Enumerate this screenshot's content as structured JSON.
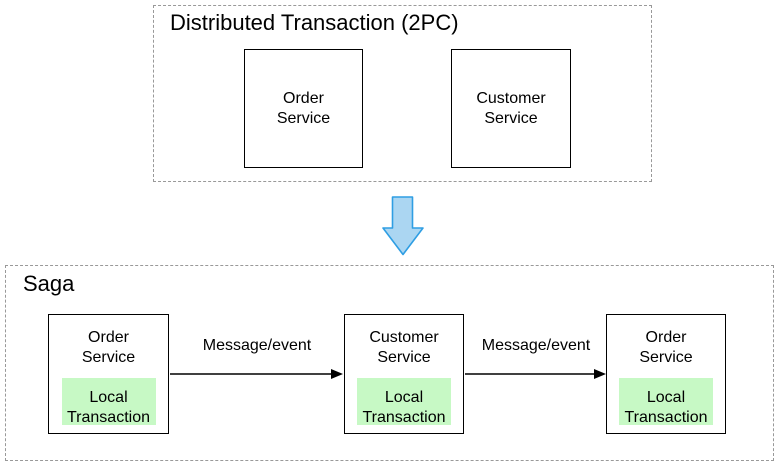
{
  "diagram": {
    "top": {
      "title": "Distributed Transaction (2PC)",
      "boxes": [
        {
          "label": "Order\nService"
        },
        {
          "label": "Customer\nService"
        }
      ]
    },
    "transform_arrow": {
      "icon": "down-arrow"
    },
    "bottom": {
      "title": "Saga",
      "nodes": [
        {
          "label": "Order\nService",
          "local": "Local\nTransaction"
        },
        {
          "label": "Customer\nService",
          "local": "Local\nTransaction"
        },
        {
          "label": "Order\nService",
          "local": "Local\nTransaction"
        }
      ],
      "edges": [
        {
          "label": "Message/event"
        },
        {
          "label": "Message/event"
        }
      ]
    },
    "colors": {
      "green_fill": "#c7f9c5",
      "arrow_fill": "#abd6f2",
      "arrow_stroke": "#2f9ee3",
      "dashed_border": "#999999",
      "solid_border": "#000000",
      "text_color": "#000000",
      "bg": "#ffffff"
    }
  }
}
